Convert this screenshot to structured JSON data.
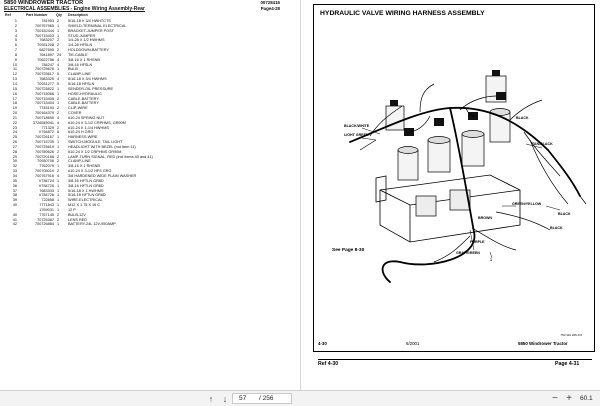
{
  "left_page": {
    "title": "5850 WINDROWER TRACTOR",
    "subtitle": "ELECTRICAL ASSEMBLIES - Engine Wiring Assembly-Rear",
    "doc_number": "00728416",
    "page_ref": "Page4-28",
    "headers": {
      "ref": "Ref",
      "part": "Part Number",
      "qty": "Qty",
      "desc": "Description"
    },
    "rows": [
      {
        "ref": "1",
        "part": "781953",
        "qty": "2",
        "desc": "5/16-18 X 3/4 HWHTCTS"
      },
      {
        "ref": "2",
        "part": "700767965",
        "qty": "1",
        "desc": "SHIELD-TERMINAL ELECTRICAL"
      },
      {
        "ref": "3",
        "part": "700152444",
        "qty": "1",
        "desc": "BRACKET-JUMPER POST"
      },
      {
        "ref": "4",
        "part": "700715403",
        "qty": "1",
        "desc": "STUD-JUMPER"
      },
      {
        "ref": "5",
        "part": "7683207",
        "qty": "2",
        "desc": "1/4-28 X 1/2 HWHMS"
      },
      {
        "ref": "6",
        "part": "70931208",
        "qty": "2",
        "desc": "1/4-28 HFSLN"
      },
      {
        "ref": "7",
        "part": "6827695",
        "qty": "2",
        "desc": "HOLDDOWN-BATTERY"
      },
      {
        "ref": "8",
        "part": "7641897",
        "qty": "24",
        "desc": "TIE-CABLE"
      },
      {
        "ref": "9",
        "part": "70622786",
        "qty": "4",
        "desc": "3/8-16 X 1 RHSNB"
      },
      {
        "ref": "10",
        "part": "784247",
        "qty": "4",
        "desc": "3/8-16 HFSLN"
      },
      {
        "ref": "11",
        "part": "700725676",
        "qty": "1",
        "desc": "BULB"
      },
      {
        "ref": "12",
        "part": "700725617",
        "qty": "5",
        "desc": "CLAMP-LINE"
      },
      {
        "ref": "13",
        "part": "7683325",
        "qty": "4",
        "desc": "5/16-18 X 3/4 HWHMS"
      },
      {
        "ref": "14",
        "part": "70931277",
        "qty": "5",
        "desc": "5/16-18 HFSLN"
      },
      {
        "ref": "15",
        "part": "700725822",
        "qty": "1",
        "desc": "SENDER-OIL PRESSURE"
      },
      {
        "ref": "16",
        "part": "700715066",
        "qty": "1",
        "desc": "HOSE-HYDRAULIC"
      },
      {
        "ref": "17",
        "part": "700715405",
        "qty": "2",
        "desc": "CABLE-BATTERY"
      },
      {
        "ref": "18",
        "part": "700715404",
        "qty": "1",
        "desc": "CABLE-BATTERY"
      },
      {
        "ref": "19",
        "part": "7745193",
        "qty": "2",
        "desc": "CLIP-WIRE"
      },
      {
        "ref": "20",
        "part": "700164379",
        "qty": "2",
        "desc": "COVER"
      },
      {
        "ref": "21",
        "part": "700718690",
        "qty": "4",
        "desc": "#10-24 SPRING NUT"
      },
      {
        "ref": "22",
        "part": "3726545041",
        "qty": "4",
        "desc": "#10-24 X 3-1/2 CRPHMS, GR90M"
      },
      {
        "ref": "23",
        "part": "771329",
        "qty": "2",
        "desc": "#10-24 X 1-1/4 HWHMS"
      },
      {
        "ref": "24",
        "part": "V764872",
        "qty": "6",
        "desc": "#10-24 H GRG"
      },
      {
        "ref": "25",
        "part": "700726167",
        "qty": "1",
        "desc": "HARNESS-WIRE"
      },
      {
        "ref": "26",
        "part": "700715709",
        "qty": "1",
        "desc": "SWITCH-MODULE, TAIL LIGHT"
      },
      {
        "ref": "27",
        "part": "700725619",
        "qty": "1",
        "desc": "HEADLIGHT WITH BEZEL (not Item 11)"
      },
      {
        "ref": "28",
        "part": "700780626",
        "qty": "2",
        "desc": "#10-24 X 1/2 CRPHMS GR90M"
      },
      {
        "ref": "29",
        "part": "700720168",
        "qty": "2",
        "desc": "LAMP-TURN SIGNAL, RED (incl Items 40 and 41)"
      },
      {
        "ref": "30",
        "part": "70930706",
        "qty": "2",
        "desc": "CLAMP-LINE"
      },
      {
        "ref": "32",
        "part": "7762079",
        "qty": "1",
        "desc": "3/8-16 X 1 RHSNB"
      },
      {
        "ref": "33",
        "part": "700705019",
        "qty": "2",
        "desc": "#10-24 X 3-1/2 HFS GRG"
      },
      {
        "ref": "34",
        "part": "700767916",
        "qty": "4",
        "desc": "3/8 HARDENED WIDE PLAIN WASHER"
      },
      {
        "ref": "35",
        "part": "V784724",
        "qty": "1",
        "desc": "3/8-16 HFTLN GR8D"
      },
      {
        "ref": "36",
        "part": "V784726",
        "qty": "1",
        "desc": "3/8-16 HFTLN GR8D"
      },
      {
        "ref": "37",
        "part": "7683333",
        "qty": "1",
        "desc": "5/16-18 X 1 HWHMS"
      },
      {
        "ref": "38",
        "part": "V784726",
        "qty": "1",
        "desc": "5/16-18 HFTLN GR8D"
      },
      {
        "ref": "39",
        "part": "722858",
        "qty": "1",
        "desc": "WIRE-ELECTRICAL"
      },
      {
        "ref": "40",
        "part": "7771843",
        "qty": "1",
        "desc": "M12 X 1.75 X 16 C"
      },
      {
        "ref": "",
        "part": "1769031",
        "qty": "1",
        "desc": "12 P"
      },
      {
        "ref": "40",
        "part": "7767145",
        "qty": "2",
        "desc": "BULB-12V"
      },
      {
        "ref": "41",
        "part": "70725387",
        "qty": "2",
        "desc": "LENS RED"
      },
      {
        "ref": "42",
        "part": "700726884",
        "qty": "1",
        "desc": "BATTERY-24L 12V-950AMP"
      }
    ]
  },
  "right_page": {
    "title": "HYDRAULIC VALVE WIRING HARNESS ASSEMBLY",
    "wire_labels": {
      "black_white": "BLACK/WHITE",
      "light_green": "LIGHT GREEN",
      "black": "BLACK",
      "tan_black": "TAN/BLACK",
      "green_yellow": "GREEN/YELLOW",
      "black2": "BLACK",
      "brown": "BROWN",
      "purple": "PURPLE",
      "gray_green": "GRAY/GREEN",
      "callout_1": "1",
      "black3": "BLACK"
    },
    "see_page": "See Page 8-30",
    "diagram_code": "750 110 226-0.0",
    "footer_left": "4-30",
    "footer_date": "6/2001",
    "footer_model": "5850 Windrower Tractor",
    "ref_label": "Ref 4-30",
    "page_label": "Page 4-31"
  },
  "toolbar": {
    "current_page": "57",
    "total_pages": "/ 256",
    "zoom": "60.1"
  },
  "icons": {
    "prev": "arrow-up-icon",
    "next": "arrow-down-icon",
    "zoom_out": "zoom-out-icon",
    "zoom_in": "zoom-in-icon"
  }
}
